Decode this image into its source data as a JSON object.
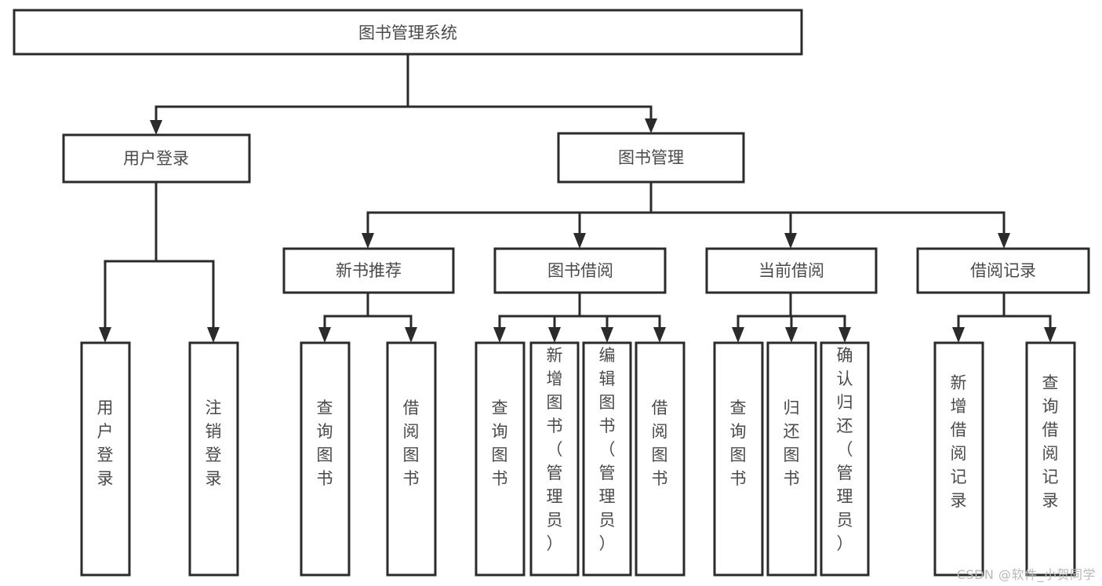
{
  "diagram": {
    "title": "图书管理系统",
    "watermark": "CSDN @软件_小贺同学",
    "colors": {
      "stroke": "#2b2b2b",
      "fill": "#ffffff",
      "text": "#4a4a4a",
      "watermark": "#b8b8b8"
    },
    "levels": {
      "root": {
        "label": "图书管理系统"
      },
      "level2": [
        {
          "label": "用户登录"
        },
        {
          "label": "图书管理"
        }
      ],
      "level3": [
        {
          "label": "新书推荐"
        },
        {
          "label": "图书借阅"
        },
        {
          "label": "当前借阅"
        },
        {
          "label": "借阅记录"
        }
      ],
      "leaves": {
        "user_login": [
          {
            "label": "用户登录"
          },
          {
            "label": "注销登录"
          }
        ],
        "new_book_recommend": [
          {
            "label": "查询图书"
          },
          {
            "label": "借阅图书"
          }
        ],
        "book_borrow": [
          {
            "label": "查询图书"
          },
          {
            "label": "新增图书（管理员）"
          },
          {
            "label": "编辑图书（管理员）"
          },
          {
            "label": "借阅图书"
          }
        ],
        "current_borrow": [
          {
            "label": "查询图书"
          },
          {
            "label": "归还图书"
          },
          {
            "label": "确认归还（管理员）"
          }
        ],
        "borrow_record": [
          {
            "label": "新增借阅记录"
          },
          {
            "label": "查询借阅记录"
          }
        ]
      }
    }
  }
}
